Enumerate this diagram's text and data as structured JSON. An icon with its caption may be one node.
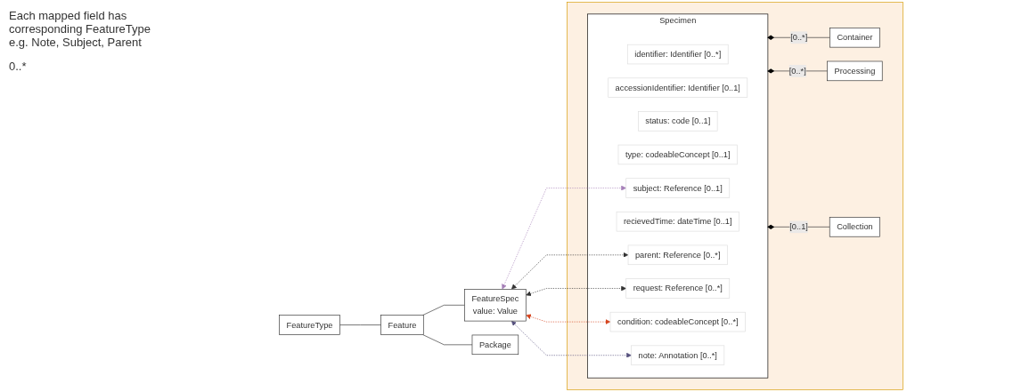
{
  "diagram": {
    "nodes": [
      {
        "text": [
          "FeatureType"
        ]
      },
      {
        "text": [
          "Feature"
        ]
      },
      {
        "text": [
          "Package"
        ]
      },
      {
        "text": [
          "FeatureSpec",
          "value: Value"
        ]
      },
      {
        "text": [],
        "shape": "box"
      },
      {
        "text": [
          "Specimen"
        ],
        "in": 4
      },
      {
        "text": [
          "identifier: Identifier [0..*]"
        ],
        "in": 5
      },
      {
        "text": [
          "accessionIdentifier: Identifier [0..1]"
        ],
        "in": 5
      },
      {
        "text": [
          "status: code [0..1]"
        ],
        "in": 5
      },
      {
        "text": [
          "type: codeableConcept [0..1]"
        ],
        "in": 5
      },
      {
        "text": [
          "subject: Reference [0..1]"
        ],
        "in": 5
      },
      {
        "text": [
          "recievedTime: dateTime [0..1]"
        ],
        "in": 5
      },
      {
        "text": [
          "parent: Reference [0..*]"
        ],
        "in": 5
      },
      {
        "text": [
          "request: Reference [0..*]"
        ],
        "in": 5
      },
      {
        "text": [
          "condition: codeableConcept [0..*]"
        ],
        "in": 5
      },
      {
        "text": [
          "note: Annotation [0..*]"
        ],
        "in": 5
      },
      {
        "text": [
          "Container"
        ],
        "in": 4
      },
      {
        "text": [
          "Processing"
        ],
        "in": 4
      },
      {
        "text": [
          "Collection"
        ],
        "in": 4
      }
    ],
    "edges": [
      {
        "from": 0,
        "to": 1,
        "arrow": "none"
      },
      {
        "from": 1,
        "to": 3,
        "arrow": "none"
      },
      {
        "from": 1,
        "to": 2,
        "arrow": "none"
      },
      {
        "from": 3,
        "to": 10,
        "arrow": "both",
        "style": "dashed",
        "color": "#a680b8"
      },
      {
        "from": 3,
        "to": 12,
        "arrow": "both",
        "style": "dashed"
      },
      {
        "from": 3,
        "to": 13,
        "arrow": "both",
        "style": "dashed"
      },
      {
        "from": 3,
        "to": 14,
        "arrow": "both",
        "style": "dashed",
        "color": "#d6451f"
      },
      {
        "from": 3,
        "to": 15,
        "arrow": "both",
        "style": "dashed",
        "color": "#56517e"
      },
      {
        "from": 5,
        "to": 16,
        "arrow": "other",
        "label": "[0..*]"
      },
      {
        "from": 5,
        "to": 17,
        "arrow": "other",
        "label": "[0..*]"
      },
      {
        "from": 5,
        "to": 18,
        "arrow": "other",
        "label": "[0..1]"
      }
    ],
    "labels": [
      "Each mapped field has corresponding FeatureType e.g. Note, Subject, Parent",
      "0..*"
    ]
  }
}
